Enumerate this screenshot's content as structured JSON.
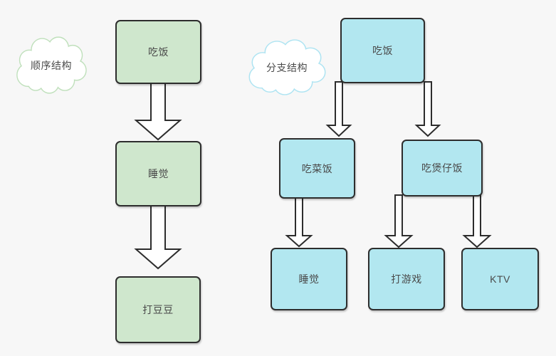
{
  "theme": {
    "background": "#f7f7f7",
    "green_fill": "#cfe7cd",
    "cyan_fill": "#b2e7f0",
    "green_cloud_stroke": "#bfe0bb",
    "cyan_cloud_stroke": "#aee4f2",
    "node_border": "#2d2d2d",
    "arrow_fill": "#ffffff",
    "arrow_stroke": "#2d2d2d",
    "text_color": "#4a4a4a"
  },
  "sequential": {
    "title": "顺序结构",
    "nodes": [
      {
        "label": "吃饭"
      },
      {
        "label": "睡觉"
      },
      {
        "label": "打豆豆"
      }
    ],
    "edges": [
      {
        "from": "吃饭",
        "to": "睡觉"
      },
      {
        "from": "睡觉",
        "to": "打豆豆"
      }
    ]
  },
  "branch": {
    "title": "分支结构",
    "nodes": [
      {
        "label": "吃饭"
      },
      {
        "label": "吃菜饭"
      },
      {
        "label": "吃煲仔饭"
      },
      {
        "label": "睡觉"
      },
      {
        "label": "打游戏"
      },
      {
        "label": "KTV"
      }
    ],
    "edges": [
      {
        "from": "吃饭",
        "to": "吃菜饭"
      },
      {
        "from": "吃饭",
        "to": "吃煲仔饭"
      },
      {
        "from": "吃菜饭",
        "to": "睡觉"
      },
      {
        "from": "吃煲仔饭",
        "to": "打游戏"
      },
      {
        "from": "吃煲仔饭",
        "to": "KTV"
      }
    ]
  }
}
